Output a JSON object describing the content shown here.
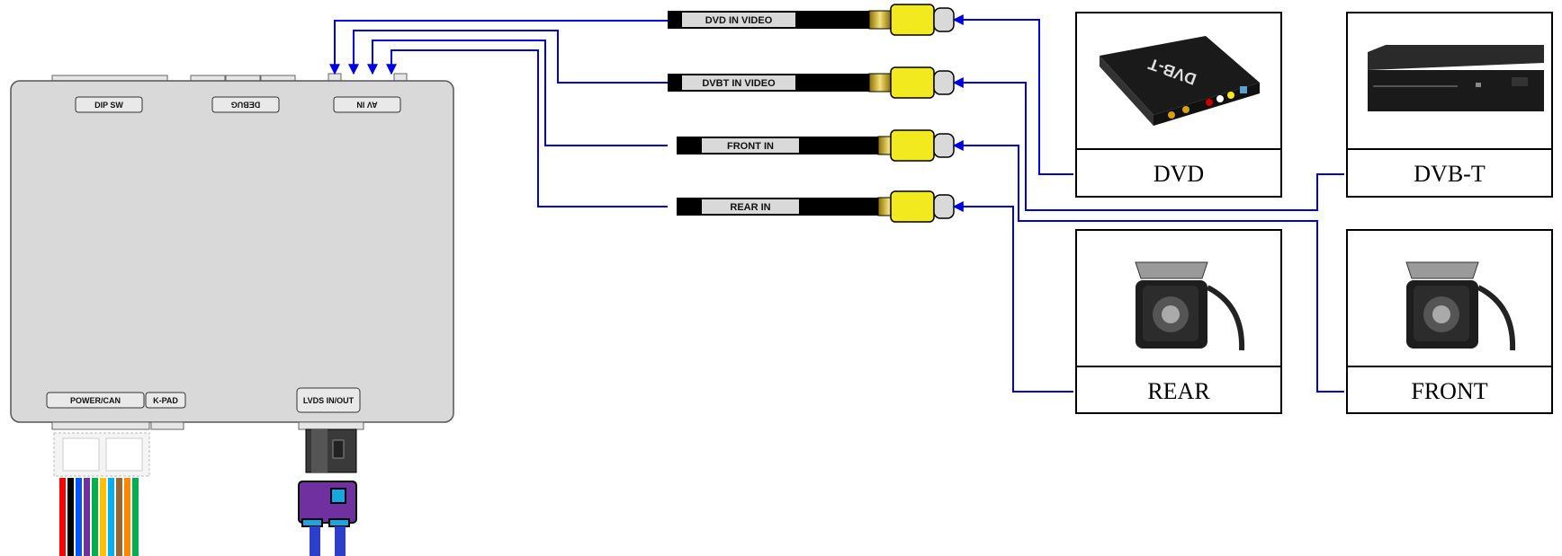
{
  "main_unit": {
    "top_labels": [
      "DIP SW",
      "DEBUG",
      "AV IN"
    ],
    "bottom_labels": [
      "POWER/CAN",
      "K-PAD",
      "LVDS IN/OUT"
    ]
  },
  "cables": [
    {
      "label": "DVD IN VIDEO"
    },
    {
      "label": "DVBT IN VIDEO"
    },
    {
      "label": "FRONT IN"
    },
    {
      "label": "REAR IN"
    }
  ],
  "devices": [
    {
      "label": "DVD",
      "icon": "dvb-t-receiver-icon",
      "box_text": "DVB-T"
    },
    {
      "label": "DVB-T",
      "icon": "dvd-player-icon"
    },
    {
      "label": "REAR",
      "icon": "camera-icon"
    },
    {
      "label": "FRONT",
      "icon": "camera-icon"
    }
  ],
  "colors": {
    "wire": "#0000e6",
    "rca_yellow": "#f2ea1e",
    "unit_fill": "#d9d9d9",
    "cable_black": "#000000"
  },
  "harness_wire_colors": [
    "#ff0000",
    "#000000",
    "#0055ff",
    "#7030a0",
    "#00b050",
    "#ffc000",
    "#00b0f0",
    "#996633",
    "#ff8800",
    "#00b050"
  ]
}
